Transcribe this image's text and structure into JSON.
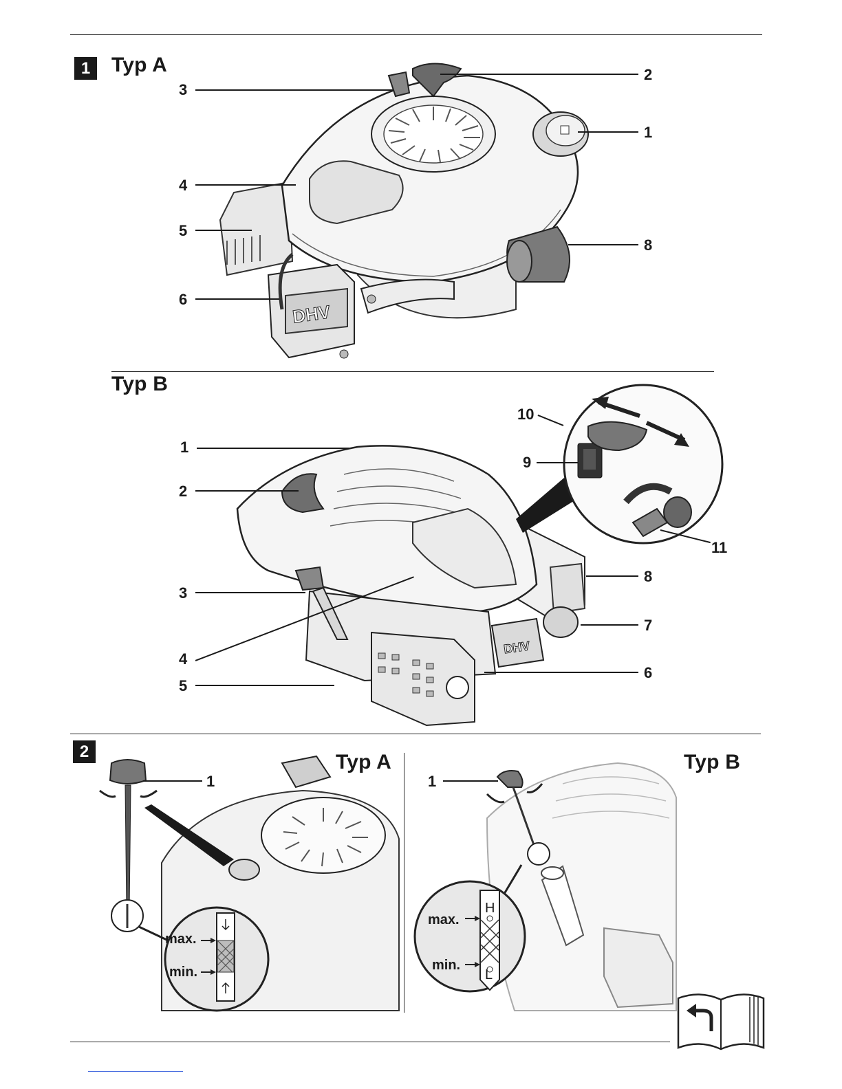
{
  "figure1": {
    "number": "1",
    "typA": {
      "heading": "Typ A",
      "logo_text": "DHV",
      "callouts": [
        "1",
        "2",
        "3",
        "4",
        "5",
        "6",
        "8"
      ]
    },
    "typB": {
      "heading": "Typ B",
      "logo_text": "DHV",
      "callouts": [
        "1",
        "2",
        "3",
        "4",
        "5",
        "6",
        "7",
        "8",
        "9",
        "10",
        "11"
      ]
    }
  },
  "figure2": {
    "number": "2",
    "typA": {
      "heading": "Typ A",
      "callout": "1",
      "max_label": "max.",
      "min_label": "min."
    },
    "typB": {
      "heading": "Typ B",
      "callout": "1",
      "max_label": "max.",
      "min_label": "min.",
      "mark_high": "H",
      "mark_low": "L"
    }
  }
}
